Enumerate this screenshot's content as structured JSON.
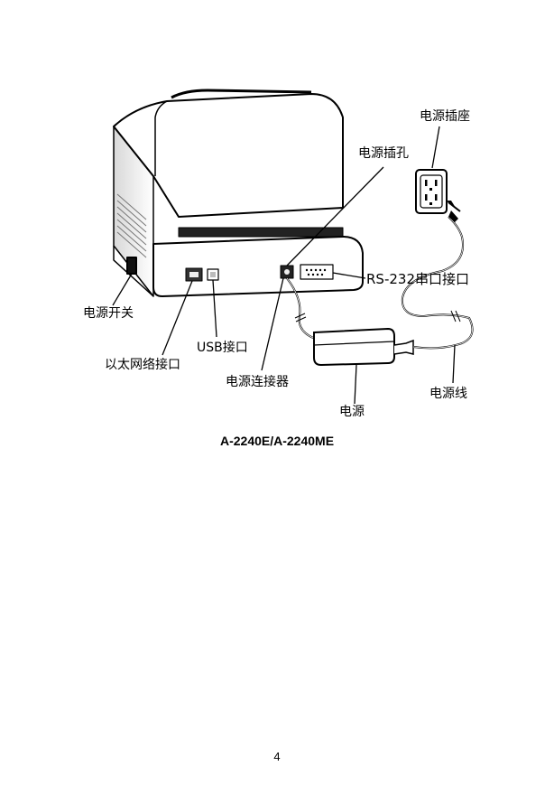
{
  "labels": {
    "power_switch": "电源开关",
    "ethernet_port": "以太网络接口",
    "usb_port": "USB接口",
    "power_connector": "电源连接器",
    "power_jack": "电源插孔",
    "rs232_port": "RS-232串口接口",
    "power_outlet": "电源插座",
    "power_supply": "电源",
    "power_cord": "电源线"
  },
  "caption": "A-2240E/A-2240ME",
  "page_number": "4"
}
